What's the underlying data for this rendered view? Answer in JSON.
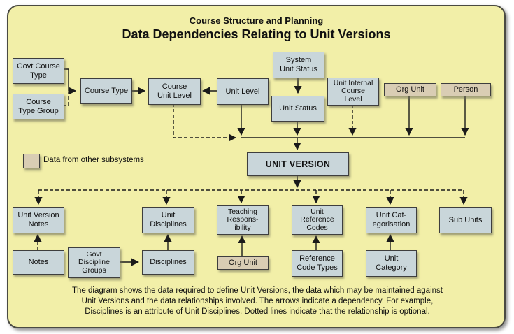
{
  "header": {
    "subtitle": "Course Structure and Planning",
    "title": "Data Dependencies Relating to Unit Versions"
  },
  "legend": {
    "label": "Data from other subsystems"
  },
  "colors": {
    "canvas_background": "#F2EFA8",
    "node_fill": "#C9D6DA",
    "external_node_fill": "#D9CDB4",
    "line": "#1a1a1a",
    "border": "#3e3e3e"
  },
  "nodes": {
    "govt_course_type": {
      "label": "Govt Course\nType"
    },
    "course_type_group": {
      "label": "Course\nType Group"
    },
    "course_type": {
      "label": "Course Type"
    },
    "course_unit_level": {
      "label": "Course\nUnit Level"
    },
    "unit_level": {
      "label": "Unit Level"
    },
    "system_unit_status": {
      "label": "System\nUnit Status"
    },
    "unit_status": {
      "label": "Unit Status"
    },
    "unit_internal_course_level": {
      "label": "Unit Internal\nCourse\nLevel"
    },
    "org_unit_top": {
      "label": "Org Unit"
    },
    "person": {
      "label": "Person"
    },
    "unit_version": {
      "label": "UNIT VERSION"
    },
    "unit_version_notes": {
      "label": "Unit Version\nNotes"
    },
    "unit_disciplines": {
      "label": "Unit\nDisciplines"
    },
    "teaching_responsibility": {
      "label": "Teaching\nRespons-\nibility"
    },
    "unit_reference_codes": {
      "label": "Unit\nReference\nCodes"
    },
    "unit_categorisation": {
      "label": "Unit Cat-\negorisation"
    },
    "sub_units": {
      "label": "Sub Units"
    },
    "notes": {
      "label": "Notes"
    },
    "govt_discipline_groups": {
      "label": "Govt\nDiscipline\nGroups"
    },
    "disciplines": {
      "label": "Disciplines"
    },
    "org_unit_bottom": {
      "label": "Org Unit"
    },
    "reference_code_types": {
      "label": "Reference\nCode Types"
    },
    "unit_category": {
      "label": "Unit\nCategory"
    }
  },
  "footnote": {
    "text": "The diagram shows the data required to define Unit Versions, the data which may be maintained against\nUnit Versions and the data relationships involved. The arrows indicate a dependency. For example,\nDisciplines is an attribute of Unit Disciplines. Dotted lines indicate that the relationship is optional."
  }
}
